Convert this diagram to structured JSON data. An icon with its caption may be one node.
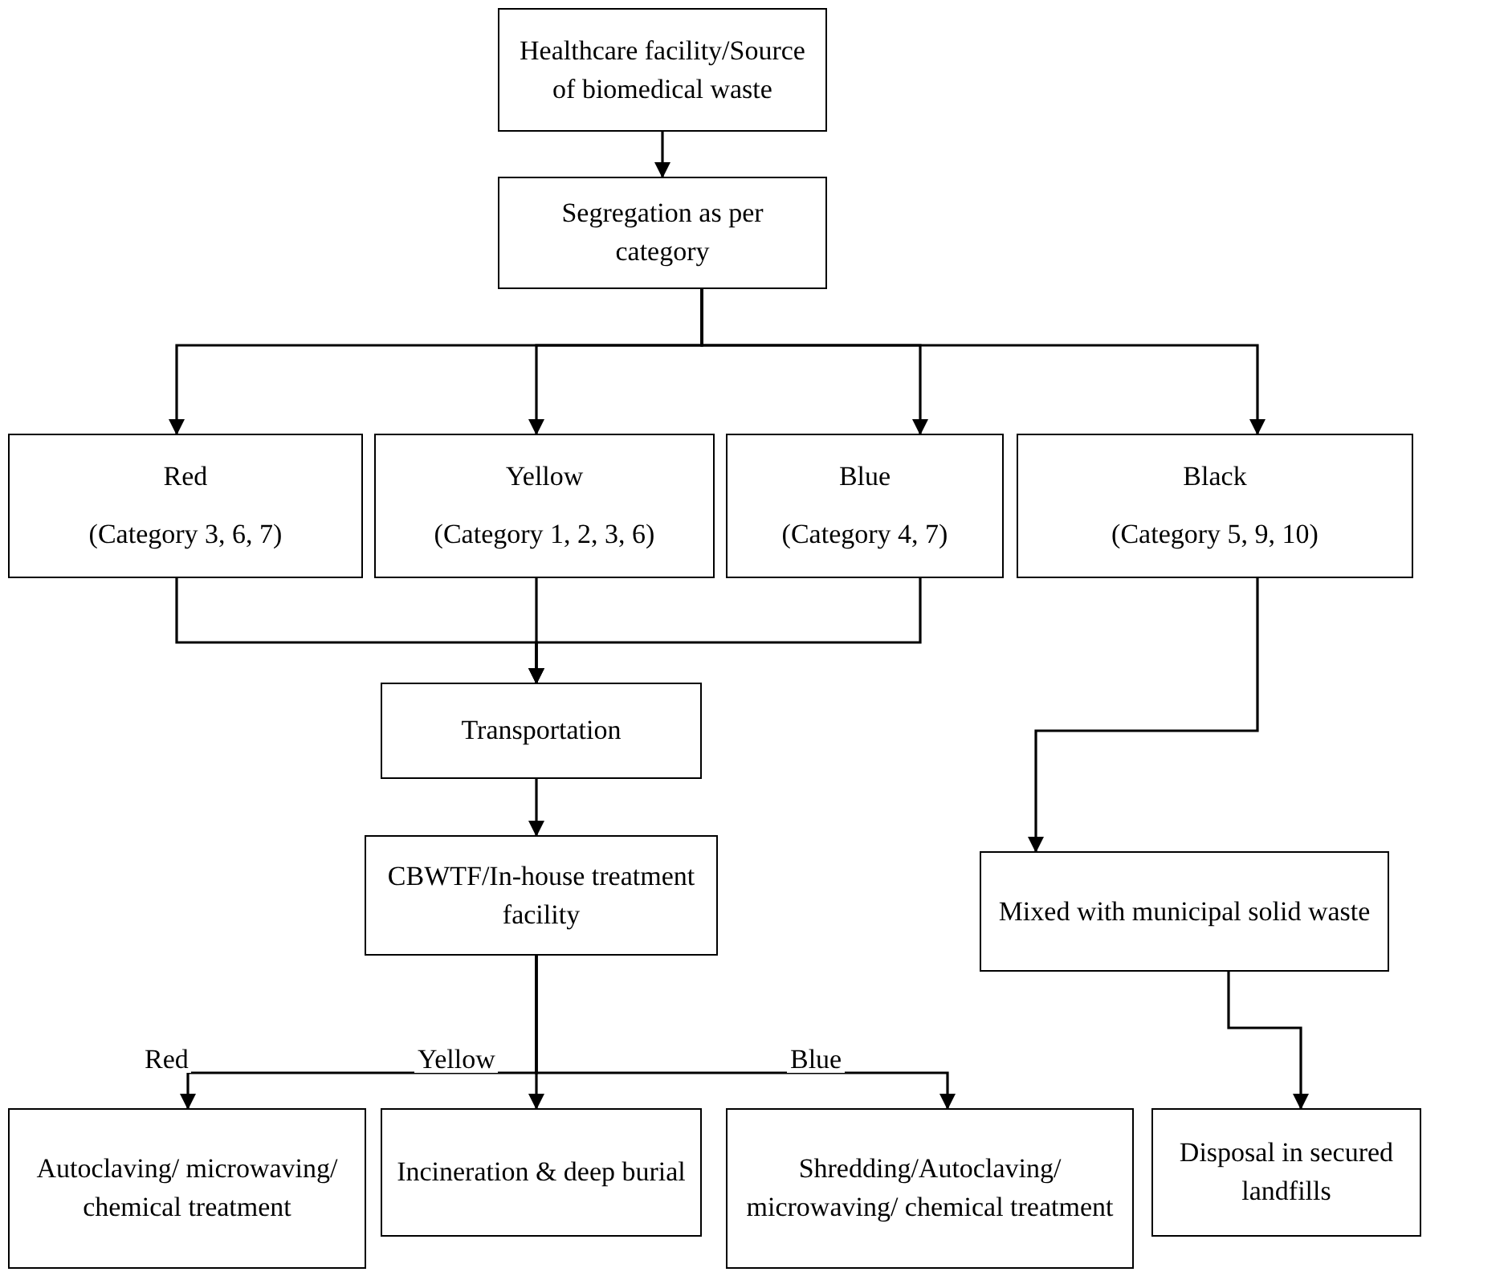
{
  "diagram": {
    "nodes": [
      {
        "text": [
          "Healthcare facility/Source of biomedical waste"
        ]
      },
      {
        "text": [
          "Segregation as per category"
        ]
      },
      {
        "text": [
          "Red",
          "(Category 3, 6, 7)"
        ]
      },
      {
        "text": [
          "Yellow",
          "(Category 1, 2, 3, 6)"
        ]
      },
      {
        "text": [
          "Blue",
          "(Category 4, 7)"
        ]
      },
      {
        "text": [
          "Black",
          "(Category 5, 9, 10)"
        ]
      },
      {
        "text": [
          "Transportation"
        ]
      },
      {
        "text": [
          "CBWTF/In-house treatment facility"
        ]
      },
      {
        "text": [
          "Mixed with municipal solid waste"
        ]
      },
      {
        "text": [
          "Autoclaving/ microwaving/ chemical treatment"
        ]
      },
      {
        "text": [
          "Incineration & deep burial"
        ]
      },
      {
        "text": [
          "Shredding/Autoclaving/ microwaving/ chemical treatment"
        ]
      },
      {
        "text": [
          "Disposal in secured landfills"
        ]
      }
    ],
    "edges": [
      {
        "from": 0,
        "to": 1,
        "arrow": "to"
      },
      {
        "from": 1,
        "to": 2,
        "arrow": "to"
      },
      {
        "from": 1,
        "to": 3,
        "arrow": "to"
      },
      {
        "from": 1,
        "to": 4,
        "arrow": "to"
      },
      {
        "from": 1,
        "to": 5,
        "arrow": "to"
      },
      {
        "from": 2,
        "to": 6,
        "arrow": "to"
      },
      {
        "from": 3,
        "to": 6,
        "arrow": "to"
      },
      {
        "from": 4,
        "to": 6,
        "arrow": "to"
      },
      {
        "from": 5,
        "to": 8,
        "arrow": "to"
      },
      {
        "from": 6,
        "to": 7,
        "arrow": "to"
      },
      {
        "from": 7,
        "to": 9,
        "arrow": "to",
        "label": "Red"
      },
      {
        "from": 7,
        "to": 10,
        "arrow": "to",
        "label": "Yellow"
      },
      {
        "from": 7,
        "to": 11,
        "arrow": "to",
        "label": "Blue"
      },
      {
        "from": 8,
        "to": 12,
        "arrow": "to"
      }
    ]
  }
}
